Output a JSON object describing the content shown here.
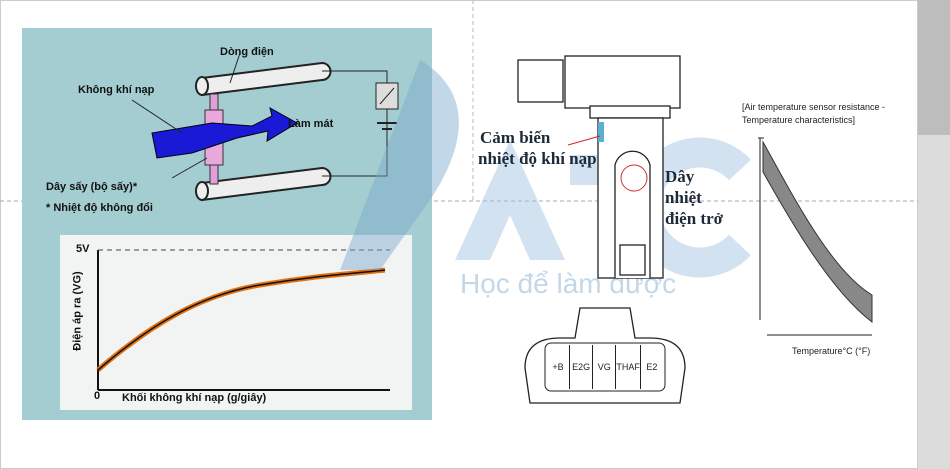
{
  "left_diagram": {
    "current": "Dòng điện",
    "intake_air": "Không khí nạp",
    "cooling": "Làm mát",
    "heater_wire": "Dây sấy (bộ sấy)*",
    "note": "* Nhiệt độ không đổi"
  },
  "graph": {
    "y_max": "5V",
    "y_label": "Điện áp ra (VG)",
    "origin": "0",
    "x_label": "Khối không khí nạp (g/giây)"
  },
  "sensor": {
    "intake_temp_sensor_line1": "Cảm biến",
    "intake_temp_sensor_line2": "nhiệt độ khí nạp",
    "hot_wire_line1": "Dây",
    "hot_wire_line2": "nhiệt",
    "hot_wire_line3": "điện trở"
  },
  "connector_pins": [
    "+B",
    "E2G",
    "VG",
    "THAF",
    "E2"
  ],
  "resistance_chart": {
    "title_line1": "[Air temperature sensor resistance -",
    "title_line2": "Temperature characteristics]",
    "x_label": "Temperature°C (°F)"
  },
  "watermark": {
    "logo": "ATC",
    "slogan": "Học để làm được"
  }
}
